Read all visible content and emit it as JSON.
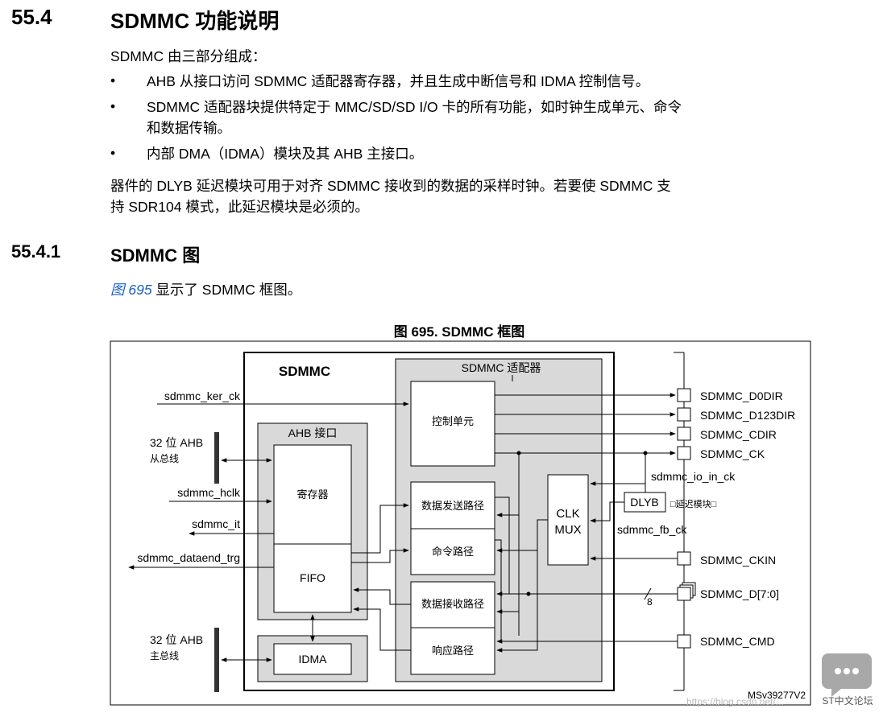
{
  "section": {
    "number": "55.4",
    "title": "SDMMC 功能说明"
  },
  "intro": "SDMMC 由三部分组成：",
  "bullets": [
    "AHB 从接口访问 SDMMC 适配器寄存器，并且生成中断信号和 IDMA 控制信号。",
    "SDMMC 适配器块提供特定于 MMC/SD/SD I/O 卡的所有功能，如时钟生成单元、命令",
    "和数据传输。",
    "内部 DMA（IDMA）模块及其 AHB 主接口。"
  ],
  "paragraph": [
    "器件的 DLYB 延迟模块可用于对齐 SDMMC 接收到的数据的采样时钟。若要使 SDMMC 支",
    "持 SDR104 模式，此延迟模块是必须的。"
  ],
  "subsection": {
    "number": "55.4.1",
    "title": "SDMMC 图"
  },
  "figure_ref": {
    "link": "图 695",
    "text": " 显示了 SDMMC 框图。"
  },
  "figure": {
    "caption": "图 695. SDMMC 框图",
    "sdmmc_label": "SDMMC",
    "adapter_label": "SDMMC 适配器",
    "ahb_if_label": "AHB 接口",
    "ctrl_unit": "控制单元",
    "registers": "寄存器",
    "fifo": "FIFO",
    "idma": "IDMA",
    "data_tx": "数据发送路径",
    "cmd_path": "命令路径",
    "data_rx": "数据接收路径",
    "resp_path": "响应路径",
    "clkmux_1": "CLK",
    "clkmux_2": "MUX",
    "dlyb": "DLYB",
    "dlyb_note": "□延迟模块□",
    "left_signals": {
      "ker_ck": "sdmmc_ker_ck",
      "ahb_slave_1": "32 位 AHB",
      "ahb_slave_2": "从总线",
      "hclk": "sdmmc_hclk",
      "it": "sdmmc_it",
      "dataend": "sdmmc_dataend_trg",
      "ahb_master_1": "32 位 AHB",
      "ahb_master_2": "主总线"
    },
    "right_signals": {
      "d0dir": "SDMMC_D0DIR",
      "d123dir": "SDMMC_D123DIR",
      "cdir": "SDMMC_CDIR",
      "ck": "SDMMC_CK",
      "io_in_ck": "sdmmc_io_in_ck",
      "fb_ck": "sdmmc_fb_ck",
      "ckin": "SDMMC_CKIN",
      "d": "SDMMC_D[7:0]",
      "bus_width": "8",
      "cmd": "SDMMC_CMD"
    },
    "doc_id": "MSv39277V2"
  },
  "watermark": "https://blog.csdn.net/...",
  "brand": "ST中文论坛"
}
